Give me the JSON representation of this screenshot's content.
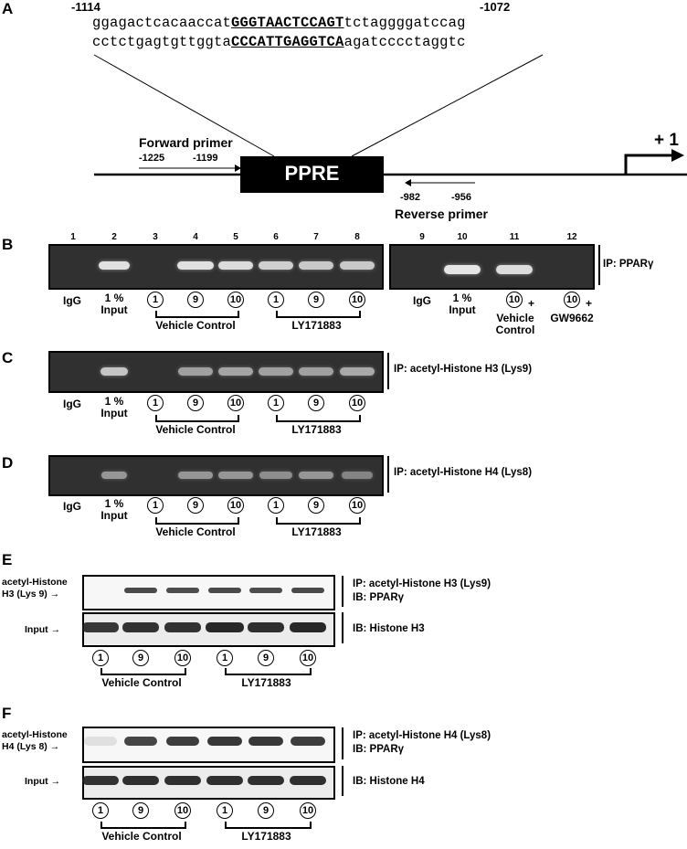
{
  "panel_letters": {
    "a": "A",
    "b": "B",
    "c": "C",
    "d": "D",
    "e": "E",
    "f": "F"
  },
  "panelA": {
    "pos_left": "-1114",
    "pos_right": "-1072",
    "seq_top": {
      "pre": "ggagactcacaaccat",
      "u1": "GGGTAA",
      "u2": "CTCCAGT",
      "post": "tctaggggatccag"
    },
    "seq_bottom": {
      "pre": "cctctgagtgttggta",
      "u1": "CCCATT",
      "u2": "GAGGTCA",
      "post": "agatcccctaggtc"
    },
    "ppre": "PPRE",
    "forward_primer": "Forward primer",
    "fp_start": "-1225",
    "fp_end": "-1199",
    "reverse_primer": "Reverse primer",
    "rp_start": "-982",
    "rp_end": "-956",
    "tss": "+ 1"
  },
  "panelB": {
    "lanes": [
      "1",
      "2",
      "3",
      "4",
      "5",
      "6",
      "7",
      "8",
      "9",
      "10",
      "11",
      "12"
    ],
    "igg": "IgG",
    "input_1": "1 %",
    "input_2": "Input",
    "ip": "IP: PPARγ",
    "vehicle": "Vehicle Control",
    "ly": "LY171883",
    "plus": "+",
    "vc_1": "Vehicle",
    "vc_2": "Control",
    "gw": "GW9662"
  },
  "panelC": {
    "igg": "IgG",
    "input_1": "1 %",
    "input_2": "Input",
    "ip": "IP: acetyl-Histone H3 (Lys9)",
    "vehicle": "Vehicle Control",
    "ly": "LY171883"
  },
  "panelD": {
    "igg": "IgG",
    "input_1": "1 %",
    "input_2": "Input",
    "ip": "IP: acetyl-Histone H4 (Lys8)",
    "vehicle": "Vehicle Control",
    "ly": "LY171883"
  },
  "panelE": {
    "row1_1": "acetyl-Histone",
    "row1_2": "H3 (Lys 9) →",
    "row2": "Input →",
    "ip1": "IP: acetyl-Histone H3 (Lys9)",
    "ib1": "IB: PPARγ",
    "ib2": "IB: Histone H3",
    "vehicle": "Vehicle Control",
    "ly": "LY171883"
  },
  "panelF": {
    "row1_1": "acetyl-Histone",
    "row1_2": "H4 (Lys 8) →",
    "row2": "Input →",
    "ip1": "IP: acetyl-Histone H4 (Lys8)",
    "ib1": "IB: PPARγ",
    "ib2": "IB: Histone H4",
    "vehicle": "Vehicle Control",
    "ly": "LY171883"
  },
  "timepoints": [
    "1",
    "9",
    "10"
  ]
}
